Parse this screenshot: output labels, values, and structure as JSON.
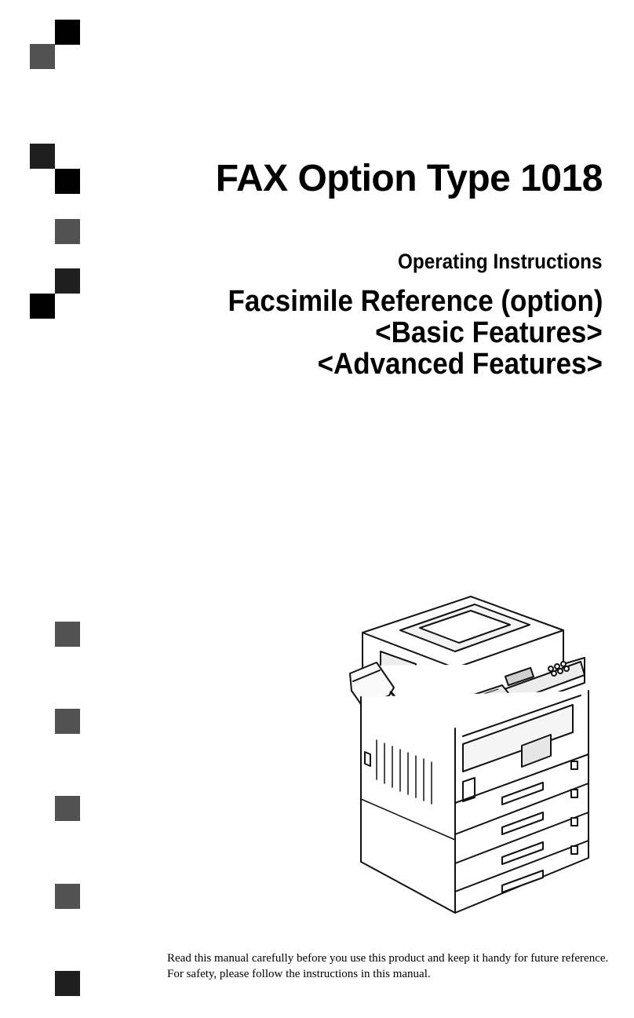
{
  "document": {
    "title": "FAX Option Type 1018",
    "subtitle": "Operating Instructions",
    "heading_lines": [
      "Facsimile Reference (option)",
      "<Basic Features>",
      "<Advanced Features>"
    ],
    "notice_lines": [
      "Read this manual carefully before you use this product and keep it handy for future reference.",
      "For safety, please follow the instructions in this manual."
    ]
  },
  "colors": {
    "square_black": "#000000",
    "square_dark": "#1f1f1f",
    "square_gray": "#525252"
  },
  "illustration": "copier-with-fax-handset"
}
